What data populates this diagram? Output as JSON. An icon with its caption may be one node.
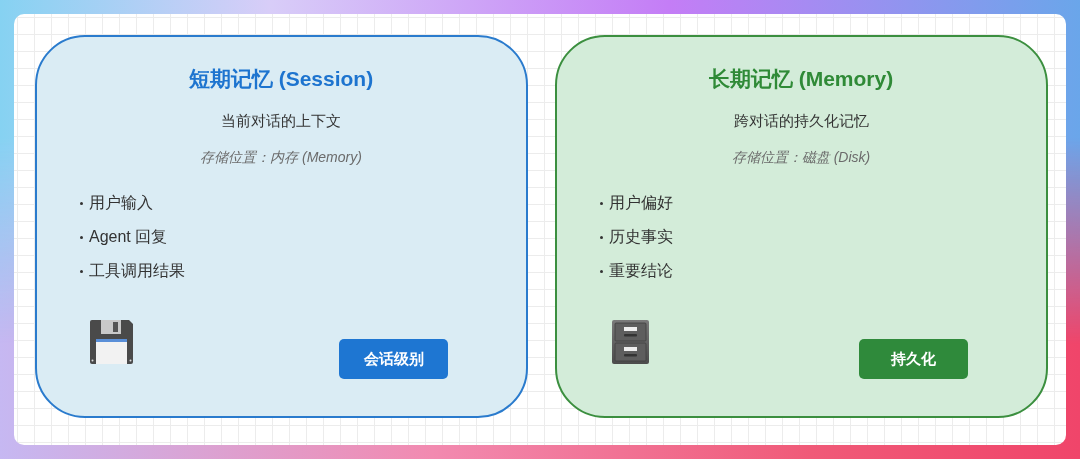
{
  "diagram": {
    "nodes": [
      {
        "text": [
          "短期记忆 (Session)",
          "当前对话的上下文",
          "存储位置：内存 (Memory)",
          "用户输入",
          "Agent 回复",
          "工具调用结果"
        ]
      },
      {
        "text": [
          "会话级别"
        ],
        "in": 0
      },
      {
        "text": [
          "长期记忆 (Memory)",
          "跨对话的持久化记忆",
          "存储位置：磁盘 (Disk)",
          "用户偏好",
          "历史事实",
          "重要结论"
        ]
      },
      {
        "text": [
          "持久化"
        ],
        "in": 2
      }
    ]
  }
}
